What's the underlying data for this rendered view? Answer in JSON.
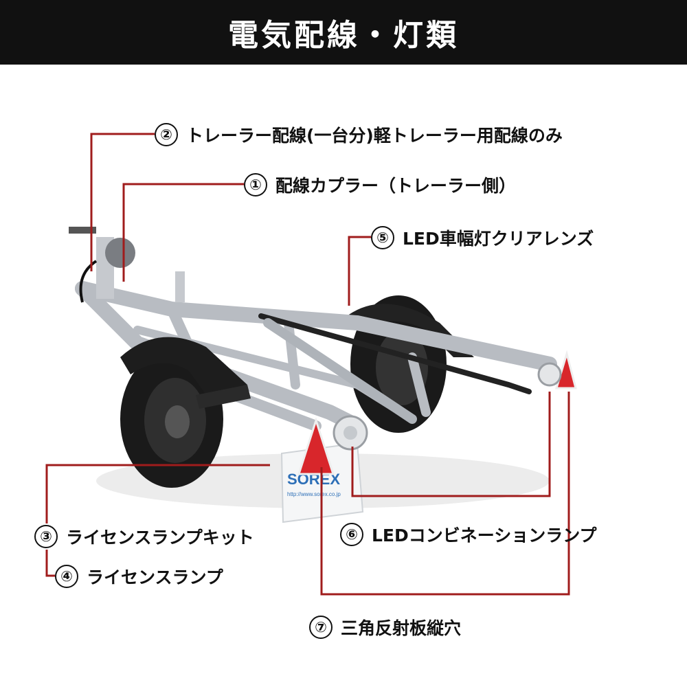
{
  "header": {
    "title": "電気配線・灯類"
  },
  "plate": {
    "brand": "SOREX",
    "url": "http://www.sorex.co.jp"
  },
  "callouts": [
    {
      "num": "②",
      "text": "トレーラー配線(一台分)軽トレーラー用配線のみ"
    },
    {
      "num": "①",
      "text": "配線カプラー（トレーラー側）"
    },
    {
      "num": "⑤",
      "text": "LED車幅灯クリアレンズ"
    },
    {
      "num": "③",
      "text": "ライセンスランプキット"
    },
    {
      "num": "④",
      "text": "ライセンスランプ"
    },
    {
      "num": "⑥",
      "text": "LEDコンビネーションランプ"
    },
    {
      "num": "⑦",
      "text": "三角反射板縦穴"
    }
  ],
  "colors": {
    "leader": "#a01c1c",
    "header_bg": "#111111",
    "reflector": "#d8262b"
  }
}
